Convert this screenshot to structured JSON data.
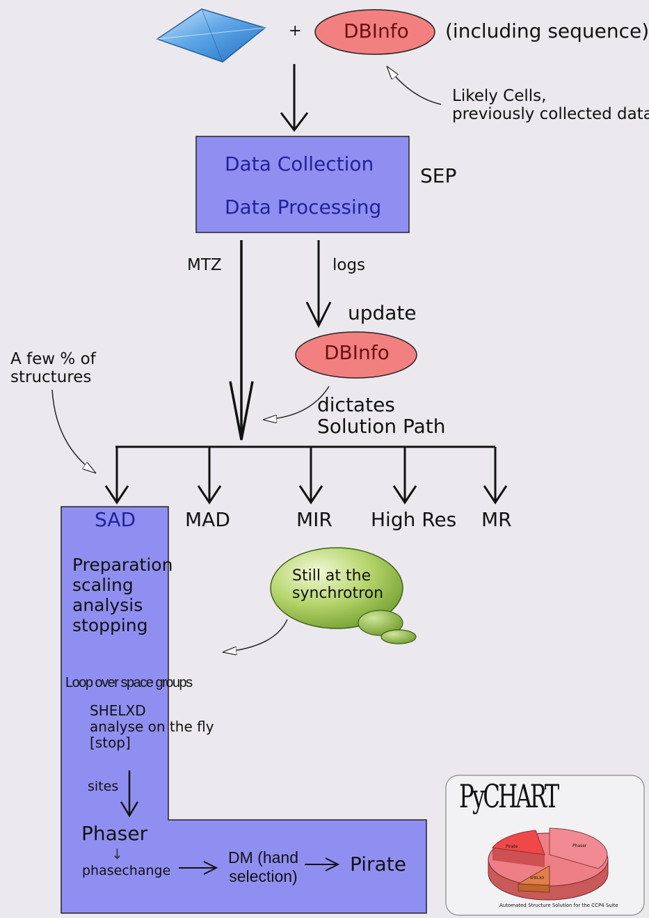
{
  "top": {
    "plus": "+",
    "dbinfo": "DBInfo",
    "including": "(including sequence)",
    "likely_cells": [
      "Likely Cells,",
      "previously collected data"
    ]
  },
  "box": {
    "line1": "Data Collection",
    "line2": "Data Processing",
    "sep": "SEP"
  },
  "flow": {
    "mtz": "MTZ",
    "logs": "logs",
    "update": "update",
    "dbinfo2": "DBInfo",
    "dictates": [
      "dictates",
      "Solution Path"
    ],
    "few": [
      "A few % of",
      "structures"
    ]
  },
  "branches": [
    "SAD",
    "MAD",
    "MIR",
    "High Res",
    "MR"
  ],
  "sad": {
    "prep": [
      "Preparation",
      "scaling",
      "analysis",
      "stopping"
    ],
    "loop": "Loop over space groups",
    "shelxd": [
      "SHELXD",
      "analyse on the fly",
      "[stop]"
    ],
    "sites": "sites",
    "phaser": "Phaser",
    "down_arrow": "↓",
    "phasechange": "phasechange",
    "dm": [
      "DM (hand",
      "selection)"
    ],
    "pirate": "Pirate"
  },
  "bubble": [
    "Still at the",
    "synchrotron"
  ],
  "pychart": {
    "logo": "PyCHART",
    "slices": [
      "Pirate",
      "Phaser",
      "SHELXD"
    ],
    "caption": "Automated Structure Solution for the CCP4 Suite"
  },
  "colors": {
    "box": "#8f8ff2",
    "dbinfo_fill": "#f28080",
    "bubble_fill": "#9cc24a",
    "background": "#ebe9ee"
  }
}
